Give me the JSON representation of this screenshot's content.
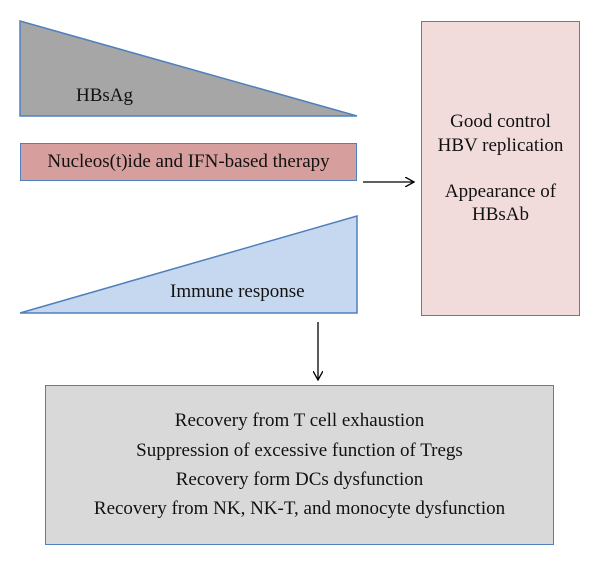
{
  "hbsag": {
    "label": "HBsAg",
    "fill": "#a6a6a6"
  },
  "therapy": {
    "label": "Nucleos(t)ide and IFN-based therapy",
    "fill": "#d69e9c"
  },
  "immune": {
    "label": "Immune response",
    "fill": "#c6d8f0"
  },
  "outcome": {
    "line1": "Good control",
    "line2": "HBV replication",
    "line3": "Appearance of",
    "line4": "HBsAb",
    "fill": "#f2dcdb"
  },
  "recovery": {
    "items": [
      "Recovery from T cell exhaustion",
      "Suppression of excessive function of Tregs",
      "Recovery form DCs dysfunction",
      "Recovery from NK, NK-T, and monocyte dysfunction"
    ],
    "fill": "#d9d9d9"
  },
  "colors": {
    "border": "#4f80bd",
    "arrow": "#000000"
  }
}
